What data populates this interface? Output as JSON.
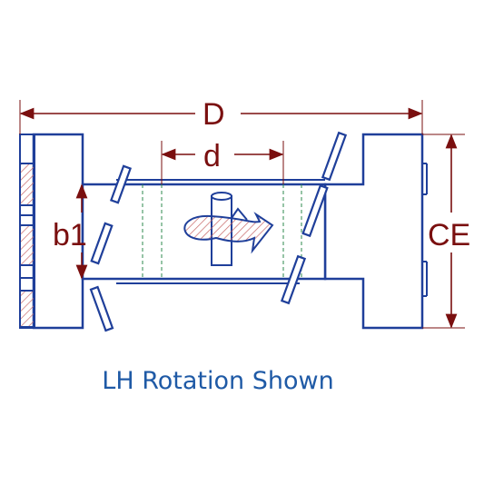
{
  "labels": {
    "D": "D",
    "d": "d",
    "b1": "b1",
    "CE": "CE"
  },
  "caption": "LH Rotation Shown",
  "colors": {
    "outline": "#1f3f9a",
    "dimension": "#7a0f0f",
    "caption": "#1f5aa6",
    "hatch": "#c86a6a",
    "center_dash": "#2d8a4e"
  },
  "icons": {
    "rotation": "rotation-arrow-icon"
  }
}
